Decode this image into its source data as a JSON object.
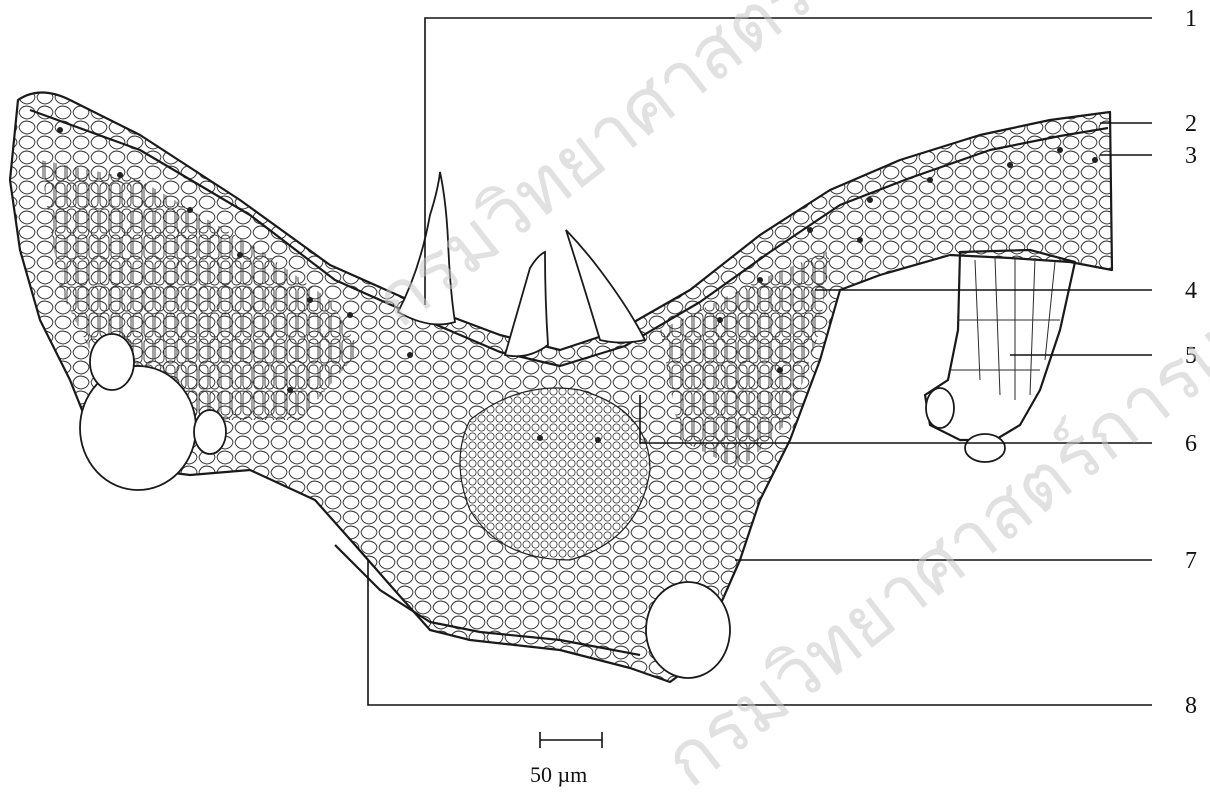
{
  "labels": [
    "1",
    "2",
    "3",
    "4",
    "5",
    "6",
    "7",
    "8"
  ],
  "scale_bar": {
    "text": "50 µm"
  },
  "watermark": {
    "text": "กรมวิทยาศาสตร์การแพทย์"
  }
}
